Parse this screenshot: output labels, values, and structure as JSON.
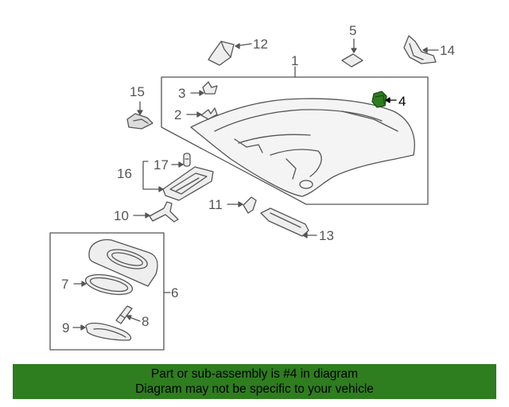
{
  "diagram": {
    "callouts": {
      "c1": "1",
      "c2": "2",
      "c3": "3",
      "c4": "4",
      "c5": "5",
      "c6": "6",
      "c7": "7",
      "c8": "8",
      "c9": "9",
      "c10": "10",
      "c11": "11",
      "c12": "12",
      "c13": "13",
      "c14": "14",
      "c15": "15",
      "c16": "16",
      "c17": "17"
    },
    "highlighted_part": "4",
    "highlight_color": "#2e7d1e",
    "line_color": "#555555"
  },
  "banner": {
    "line1": "Part or sub-assembly is #4 in diagram",
    "line2": "Diagram may not be specific to your vehicle",
    "background": "#2e7d1e"
  }
}
